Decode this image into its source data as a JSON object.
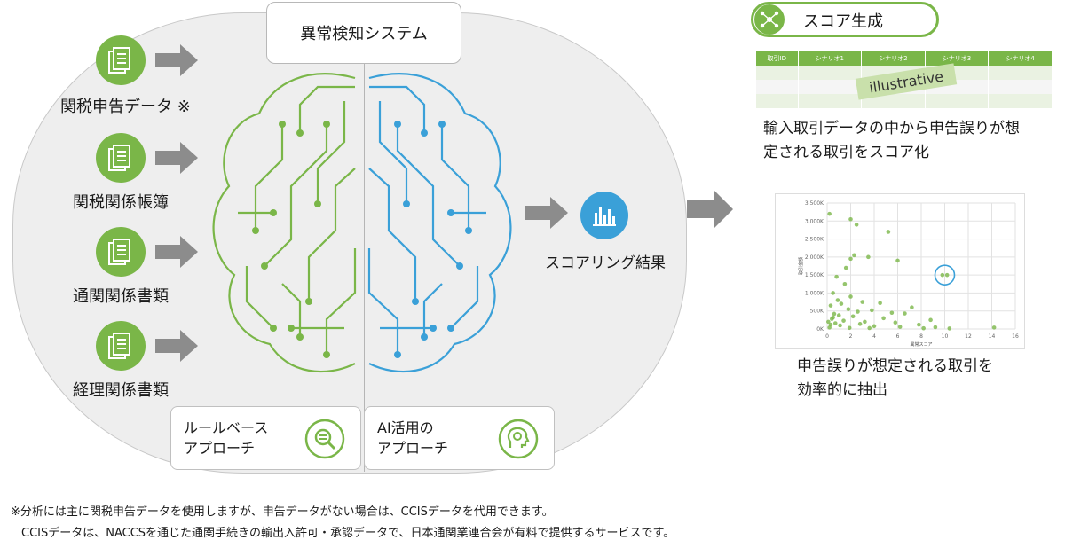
{
  "system": {
    "title": "異常検知システム"
  },
  "sources": [
    {
      "label": "関税申告データ ※",
      "icon": "document-stack-icon"
    },
    {
      "label": "関税関係帳簿",
      "icon": "document-stack-icon"
    },
    {
      "label": "通関関係書類",
      "icon": "document-stack-icon"
    },
    {
      "label": "経理関係書類",
      "icon": "document-stack-icon"
    }
  ],
  "approaches": {
    "rule": {
      "line1": "ルールベース",
      "line2": "アプローチ",
      "icon": "rule-search-icon"
    },
    "ai": {
      "line1": "AI活用の",
      "line2": "アプローチ",
      "icon": "ai-head-icon"
    }
  },
  "result": {
    "label": "スコアリング結果",
    "icon": "bar-chart-icon"
  },
  "score_panel": {
    "title": "スコア生成",
    "icon": "network-nodes-icon",
    "table_headers": [
      "取引ID",
      "シナリオ1",
      "シナリオ2",
      "シナリオ3",
      "シナリオ4"
    ],
    "stamp": "illustrative",
    "desc_line1": "輸入取引データの中から申告誤りが想",
    "desc_line2": "定される取引をスコア化"
  },
  "extract_panel": {
    "desc_line1": "申告誤りが想定される取引を",
    "desc_line2": "効率的に抽出"
  },
  "chart_data": {
    "type": "scatter",
    "xlabel": "異常スコア",
    "ylabel": "取引金額",
    "xlim": [
      0,
      16
    ],
    "ylim": [
      0,
      3500000
    ],
    "x_ticks": [
      "0",
      "2",
      "4",
      "6",
      "8",
      "10",
      "12",
      "14",
      "16"
    ],
    "y_ticks": [
      "0K",
      "500K",
      "1,000K",
      "1,500K",
      "2,000K",
      "2,500K",
      "3,000K",
      "3,500K"
    ],
    "grid": true,
    "highlight": [
      10.0,
      1500000
    ],
    "points": [
      [
        0.2,
        3200000
      ],
      [
        2.0,
        3050000
      ],
      [
        2.5,
        2900000
      ],
      [
        5.2,
        2700000
      ],
      [
        2.3,
        2050000
      ],
      [
        2.0,
        1950000
      ],
      [
        3.5,
        2000000
      ],
      [
        6.0,
        1900000
      ],
      [
        1.6,
        1700000
      ],
      [
        0.8,
        1450000
      ],
      [
        1.5,
        1250000
      ],
      [
        0.5,
        1000000
      ],
      [
        2.0,
        900000
      ],
      [
        0.9,
        800000
      ],
      [
        3.0,
        750000
      ],
      [
        1.2,
        700000
      ],
      [
        4.5,
        720000
      ],
      [
        0.3,
        650000
      ],
      [
        7.2,
        600000
      ],
      [
        1.8,
        550000
      ],
      [
        3.8,
        520000
      ],
      [
        2.6,
        480000
      ],
      [
        5.5,
        450000
      ],
      [
        6.6,
        430000
      ],
      [
        0.6,
        420000
      ],
      [
        1.0,
        380000
      ],
      [
        2.2,
        350000
      ],
      [
        4.8,
        300000
      ],
      [
        0.4,
        280000
      ],
      [
        8.8,
        250000
      ],
      [
        1.4,
        230000
      ],
      [
        3.2,
        200000
      ],
      [
        5.8,
        180000
      ],
      [
        0.7,
        160000
      ],
      [
        2.8,
        140000
      ],
      [
        7.8,
        120000
      ],
      [
        1.1,
        100000
      ],
      [
        4.0,
        80000
      ],
      [
        6.2,
        60000
      ],
      [
        9.2,
        50000
      ],
      [
        0.2,
        40000
      ],
      [
        1.9,
        30000
      ],
      [
        3.6,
        25000
      ],
      [
        8.2,
        20000
      ],
      [
        10.4,
        15000
      ],
      [
        14.2,
        40000
      ],
      [
        0.1,
        200000
      ],
      [
        0.3,
        120000
      ],
      [
        0.5,
        320000
      ],
      [
        9.8,
        1500000
      ],
      [
        10.2,
        1500000
      ]
    ]
  },
  "footnote": {
    "line1": "※分析には主に関税申告データを使用しますが、申告データがない場合は、CCISデータを代用できます。",
    "line2": "CCISデータは、NACCSを通じた通関手続きの輸出入許可・承認データで、日本通関業連合会が有料で提供するサービスです。"
  },
  "colors": {
    "green": "#7ab648",
    "blue": "#3aa0d8",
    "gray_arrow": "#8c8c8c"
  }
}
